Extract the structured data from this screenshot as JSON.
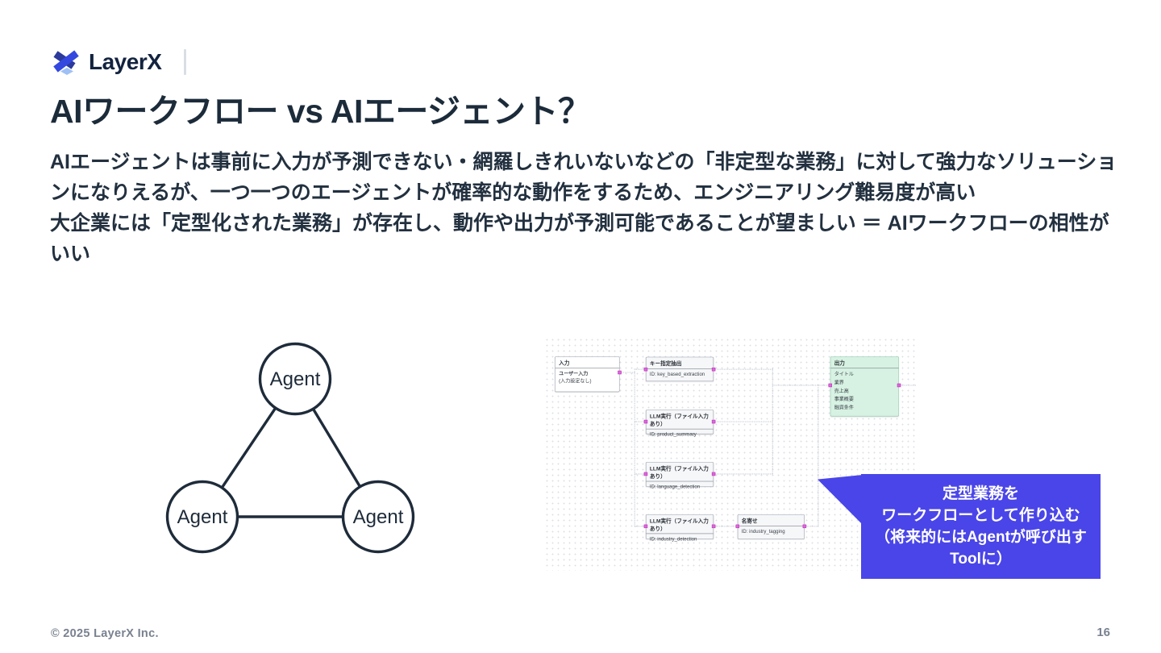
{
  "slide": {
    "logo": {
      "wordmark": "LayerX"
    },
    "title": "AIワークフロー vs AIエージェント？",
    "body": {
      "paragraph1": "AIエージェントは事前に入力が予測できない・網羅しきれいないなどの「非定型な業務」に対して強力なソリューションになりえるが、一つ一つのエージェントが確率的な動作をするため、エンジニアリング難易度が高い",
      "paragraph2": "大企業には「定型化された業務」が存在し、動作や出力が予測可能であることが望ましい ＝ AIワークフローの相性がいい"
    },
    "agent_diagram": {
      "nodes": [
        "Agent",
        "Agent",
        "Agent"
      ]
    },
    "workflow": {
      "nodes": [
        {
          "title": "入力",
          "lines": [
            "ユーザー入力",
            "(入力設定なし)"
          ]
        },
        {
          "title": "キー指定抽出",
          "lines": [
            "ID: key_based_extraction"
          ]
        },
        {
          "title": "LLM実行（ファイル入力あり）",
          "lines": [
            "ID: product_summary"
          ]
        },
        {
          "title": "LLM実行（ファイル入力あり）",
          "lines": [
            "ID: language_detection"
          ]
        },
        {
          "title": "LLM実行（ファイル入力あり）",
          "lines": [
            "ID: industry_detection"
          ]
        },
        {
          "title": "名寄せ",
          "lines": [
            "ID: industry_tagging"
          ]
        },
        {
          "title": "出力",
          "lines": [
            "タイトル",
            "業界",
            "売上高",
            "事業概要",
            "融資条件"
          ]
        }
      ]
    },
    "callout": {
      "lines": [
        "定型業務を",
        "ワークフローとして作り込む",
        "（将来的にはAgentが呼び出す",
        "Toolに）"
      ]
    },
    "footer": {
      "copyright": "© 2025 LayerX Inc.",
      "page": "16"
    }
  },
  "colors": {
    "title_text": "#1c2b3a",
    "body_text": "#22303f",
    "callout_bg": "#4a45e8",
    "callout_text": "#ffffff",
    "output_node_bg": "#d7f2e3",
    "output_node_border": "#8fc9ac",
    "connector_port": "#e263df",
    "connector_line": "#c3c7cf",
    "logo_navy": "#2c3a9c",
    "logo_blue": "#3448e0",
    "logo_lightblue": "#9fc0f4",
    "footer_text": "#79818f"
  }
}
